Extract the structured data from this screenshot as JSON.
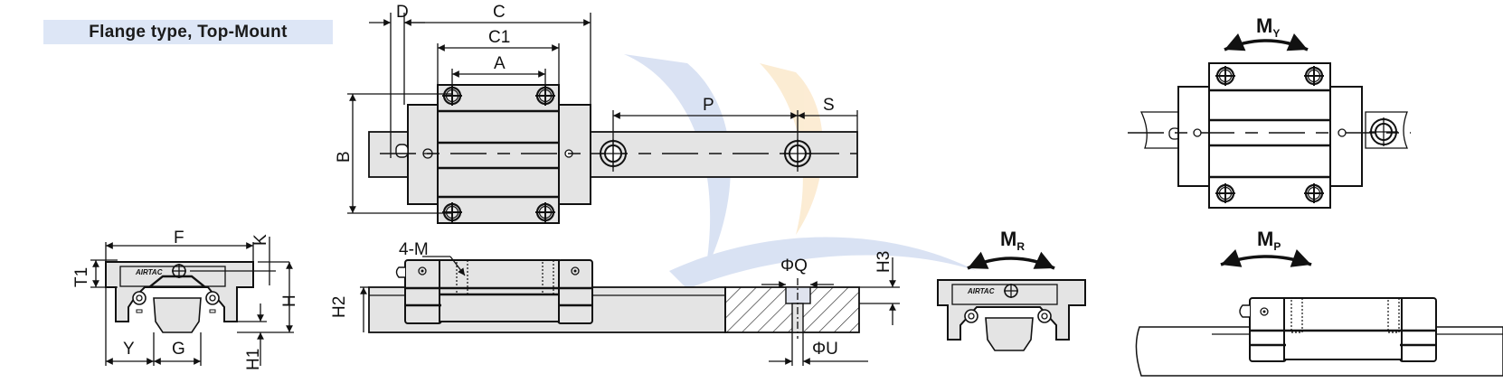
{
  "title": "Flange type, Top-Mount",
  "brand_logo": "AIRTAC",
  "views": {
    "front_view": {
      "labels": {
        "F": "F",
        "K": "K",
        "T1": "T1",
        "H": "H",
        "H1": "H1",
        "Y": "Y",
        "G": "G"
      }
    },
    "top_view": {
      "labels": {
        "D": "D",
        "C": "C",
        "C1": "C1",
        "A": "A",
        "B": "B",
        "P": "P",
        "S": "S"
      }
    },
    "side_view": {
      "labels": {
        "M": "4-M",
        "H2": "H2",
        "Q": "ΦQ",
        "U": "ΦU",
        "H3": "H3"
      }
    },
    "moment_views": {
      "yaw": {
        "main": "M",
        "sub": "Y"
      },
      "roll": {
        "main": "M",
        "sub": "R"
      },
      "pitch": {
        "main": "M",
        "sub": "P"
      }
    }
  },
  "colors": {
    "title_band": "#dde6f6",
    "part_fill": "#e4e4e4",
    "line": "#111111",
    "watermark_blue": "#c9d6ee",
    "watermark_orange": "#fbe7c6"
  }
}
